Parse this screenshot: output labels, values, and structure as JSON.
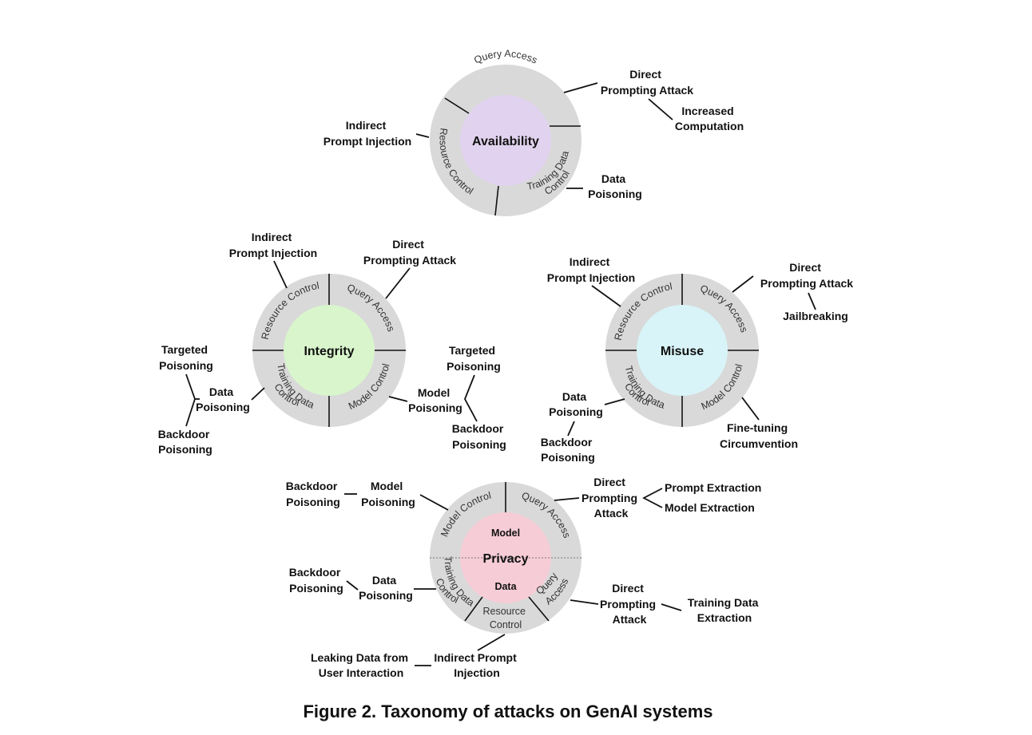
{
  "caption": "Figure 2.  Taxonomy of attacks on GenAI systems",
  "colors": {
    "ring": "#d9d9d9",
    "availability": "#e1d3ef",
    "integrity": "#d9f5cc",
    "misuse": "#d8f4f8",
    "privacy": "#f6ccd7"
  },
  "availability": {
    "center": "Availability",
    "segments": {
      "query": "Query Access",
      "resource": "Resource Control",
      "training_1": "Training Data",
      "training_2": "Control"
    },
    "labels": {
      "direct_1": "Direct",
      "direct_2": "Prompting Attack",
      "computation_1": "Increased",
      "computation_2": "Computation",
      "indirect_1": "Indirect",
      "indirect_2": "Prompt Injection",
      "data_1": "Data",
      "data_2": "Poisoning"
    }
  },
  "integrity": {
    "center": "Integrity",
    "segments": {
      "resource": "Resource Control",
      "query": "Query Access",
      "training_1": "Training Data",
      "training_2": "Control",
      "model": "Model Control"
    },
    "labels": {
      "indirect_1": "Indirect",
      "indirect_2": "Prompt Injection",
      "direct_1": "Direct",
      "direct_2": "Prompting Attack",
      "targeted_1": "Targeted",
      "targeted_2": "Poisoning",
      "data_1": "Data",
      "data_2": "Poisoning",
      "backdoor_1": "Backdoor",
      "backdoor_2": "Poisoning",
      "mtargeted_1": "Targeted",
      "mtargeted_2": "Poisoning",
      "model_1": "Model",
      "model_2": "Poisoning",
      "mbackdoor_1": "Backdoor",
      "mbackdoor_2": "Poisoning"
    }
  },
  "misuse": {
    "center": "Misuse",
    "segments": {
      "resource": "Resource Control",
      "query": "Query Access",
      "training_1": "Training Data",
      "training_2": "Control",
      "model": "Model Control"
    },
    "labels": {
      "indirect_1": "Indirect",
      "indirect_2": "Prompt Injection",
      "direct_1": "Direct",
      "direct_2": "Prompting Attack",
      "jailbreaking": "Jailbreaking",
      "data_1": "Data",
      "data_2": "Poisoning",
      "backdoor_1": "Backdoor",
      "backdoor_2": "Poisoning",
      "finetune_1": "Fine-tuning",
      "finetune_2": "Circumvention"
    }
  },
  "privacy": {
    "center": "Privacy",
    "model_half": "Model",
    "data_half": "Data",
    "segments": {
      "model": "Model Control",
      "query_top": "Query Access",
      "training_1": "Training Data",
      "training_2": "Control",
      "query_1": "Query",
      "query_2": "Access",
      "resource_1": "Resource",
      "resource_2": "Control"
    },
    "labels": {
      "backdoor_top_1": "Backdoor",
      "backdoor_top_2": "Poisoning",
      "model_1": "Model",
      "model_2": "Poisoning",
      "direct_top_1": "Direct",
      "direct_top_2": "Prompting",
      "direct_top_3": "Attack",
      "prompt_extraction": "Prompt Extraction",
      "model_extraction": "Model Extraction",
      "backdoor_1": "Backdoor",
      "backdoor_2": "Poisoning",
      "data_1": "Data",
      "data_2": "Poisoning",
      "direct_1": "Direct",
      "direct_2": "Prompting",
      "direct_3": "Attack",
      "training_extraction_1": "Training Data",
      "training_extraction_2": "Extraction",
      "leaking_1": "Leaking Data from",
      "leaking_2": "User Interaction",
      "indirect_1": "Indirect Prompt",
      "indirect_2": "Injection"
    }
  }
}
